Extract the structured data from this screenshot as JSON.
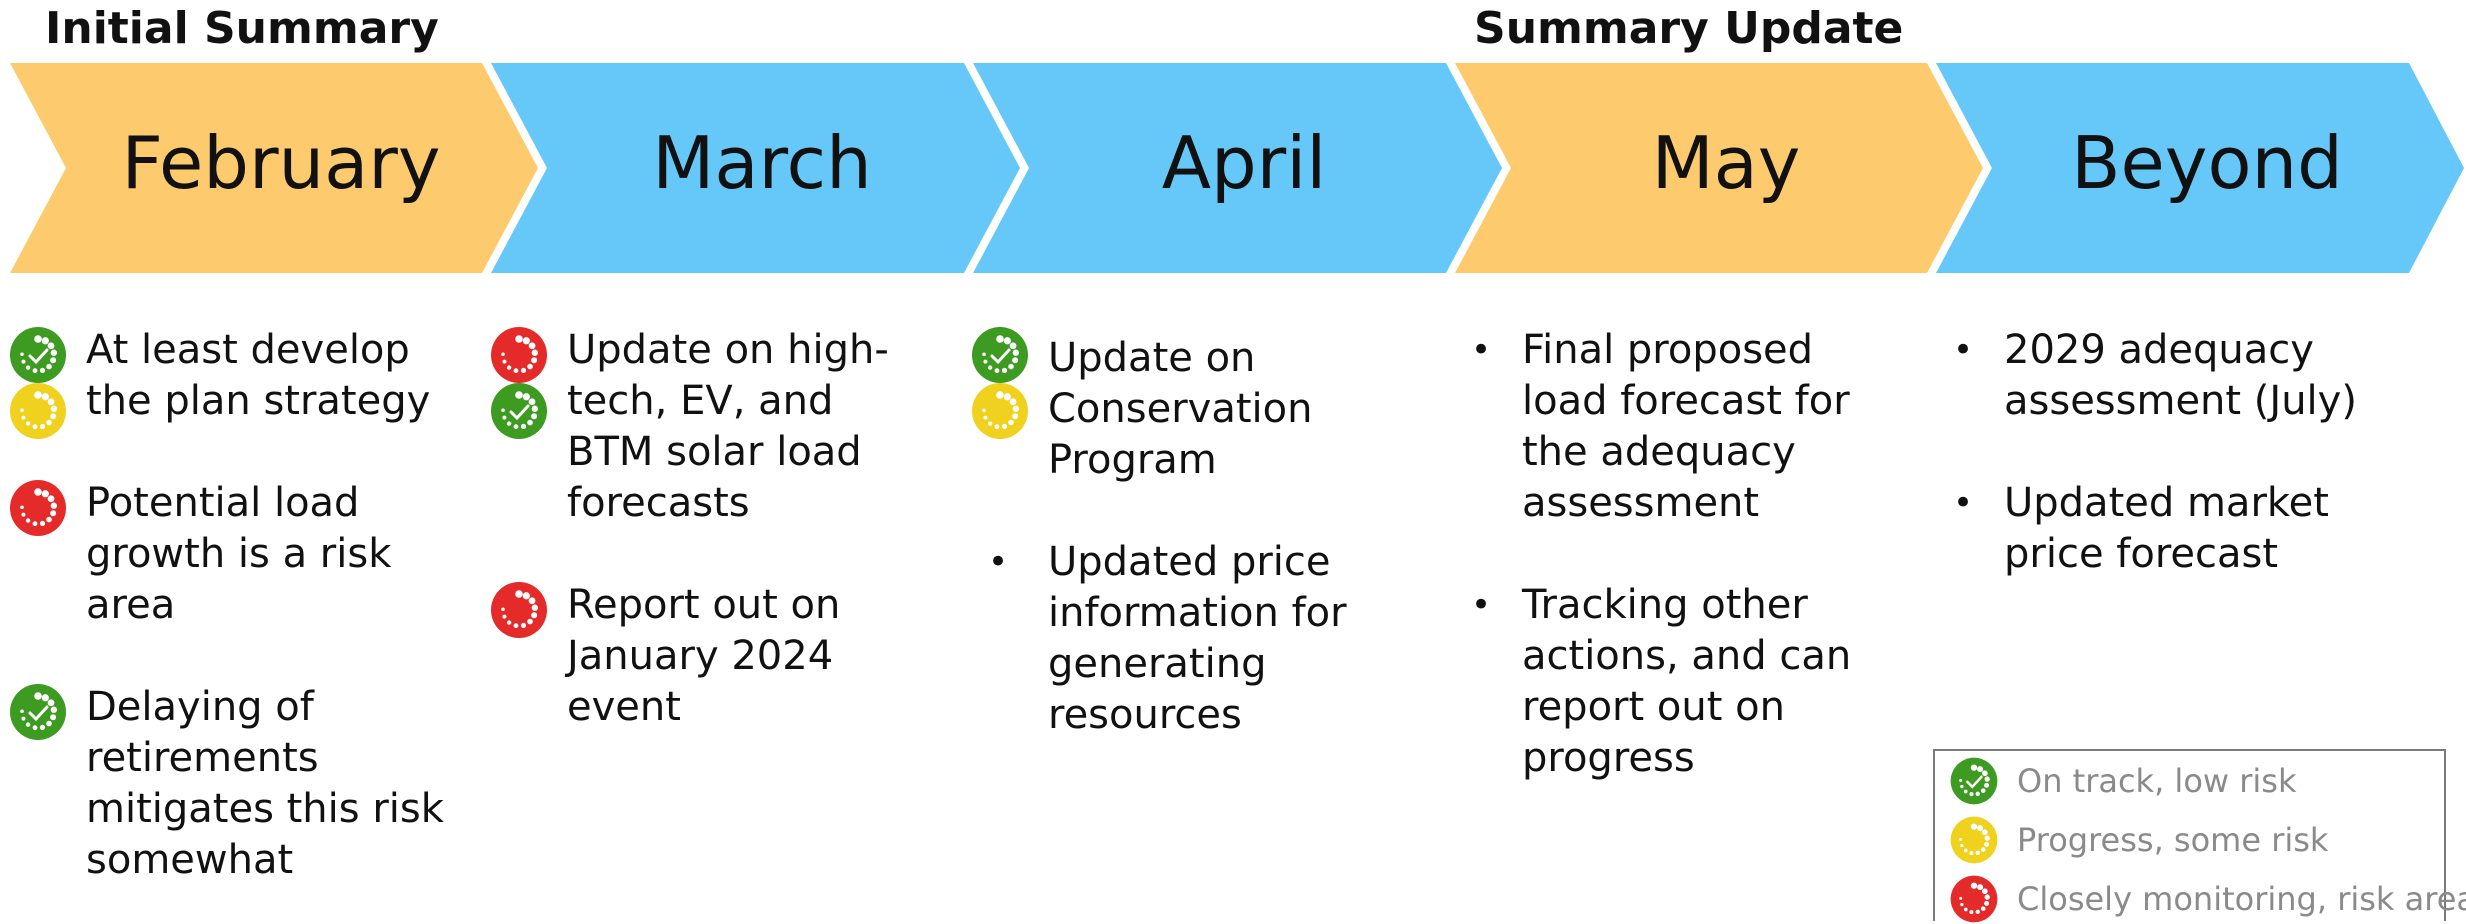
{
  "headers": {
    "initial_summary": "Initial Summary",
    "summary_update": "Summary Update"
  },
  "colors": {
    "orange": "#FDCB6E",
    "blue": "#66C8F8",
    "green": "#3E9B22",
    "yellow": "#EFD11E",
    "red": "#E52A2A"
  },
  "months": [
    {
      "label": "February",
      "color": "orange"
    },
    {
      "label": "March",
      "color": "blue"
    },
    {
      "label": "April",
      "color": "blue"
    },
    {
      "label": "May",
      "color": "orange"
    },
    {
      "label": "Beyond",
      "color": "blue"
    }
  ],
  "columns": {
    "february": [
      {
        "text": "At least develop the plan strategy",
        "status": [
          "green",
          "yellow"
        ]
      },
      {
        "text": "Potential load growth is a risk area",
        "status": [
          "red"
        ]
      },
      {
        "text": "Delaying of retirements mitigates this risk somewhat",
        "status": [
          "green"
        ]
      }
    ],
    "march": [
      {
        "text": "Update on high-tech, EV, and BTM solar load forecasts",
        "status": [
          "red",
          "green"
        ]
      },
      {
        "text": "Report out on January 2024 event",
        "status": [
          "red"
        ]
      }
    ],
    "april": [
      {
        "text": "Update on Conservation Program",
        "status": [
          "green",
          "yellow"
        ]
      },
      {
        "text": "Updated price information for generating resources",
        "status": []
      }
    ],
    "may": [
      {
        "text": "Final proposed load forecast for the adequacy assessment"
      },
      {
        "text": "Tracking other actions, and can report out on progress"
      }
    ],
    "beyond": [
      {
        "text": "2029 adequacy assessment (July)"
      },
      {
        "text": "Updated market price forecast"
      }
    ]
  },
  "bullet_char": "•",
  "legend": [
    {
      "status": "green",
      "label": "On track, low risk",
      "icon": "check-circle-icon"
    },
    {
      "status": "yellow",
      "label": "Progress, some risk",
      "icon": "progress-circle-icon"
    },
    {
      "status": "red",
      "label": "Closely monitoring, risk area",
      "icon": "warning-circle-icon"
    }
  ]
}
